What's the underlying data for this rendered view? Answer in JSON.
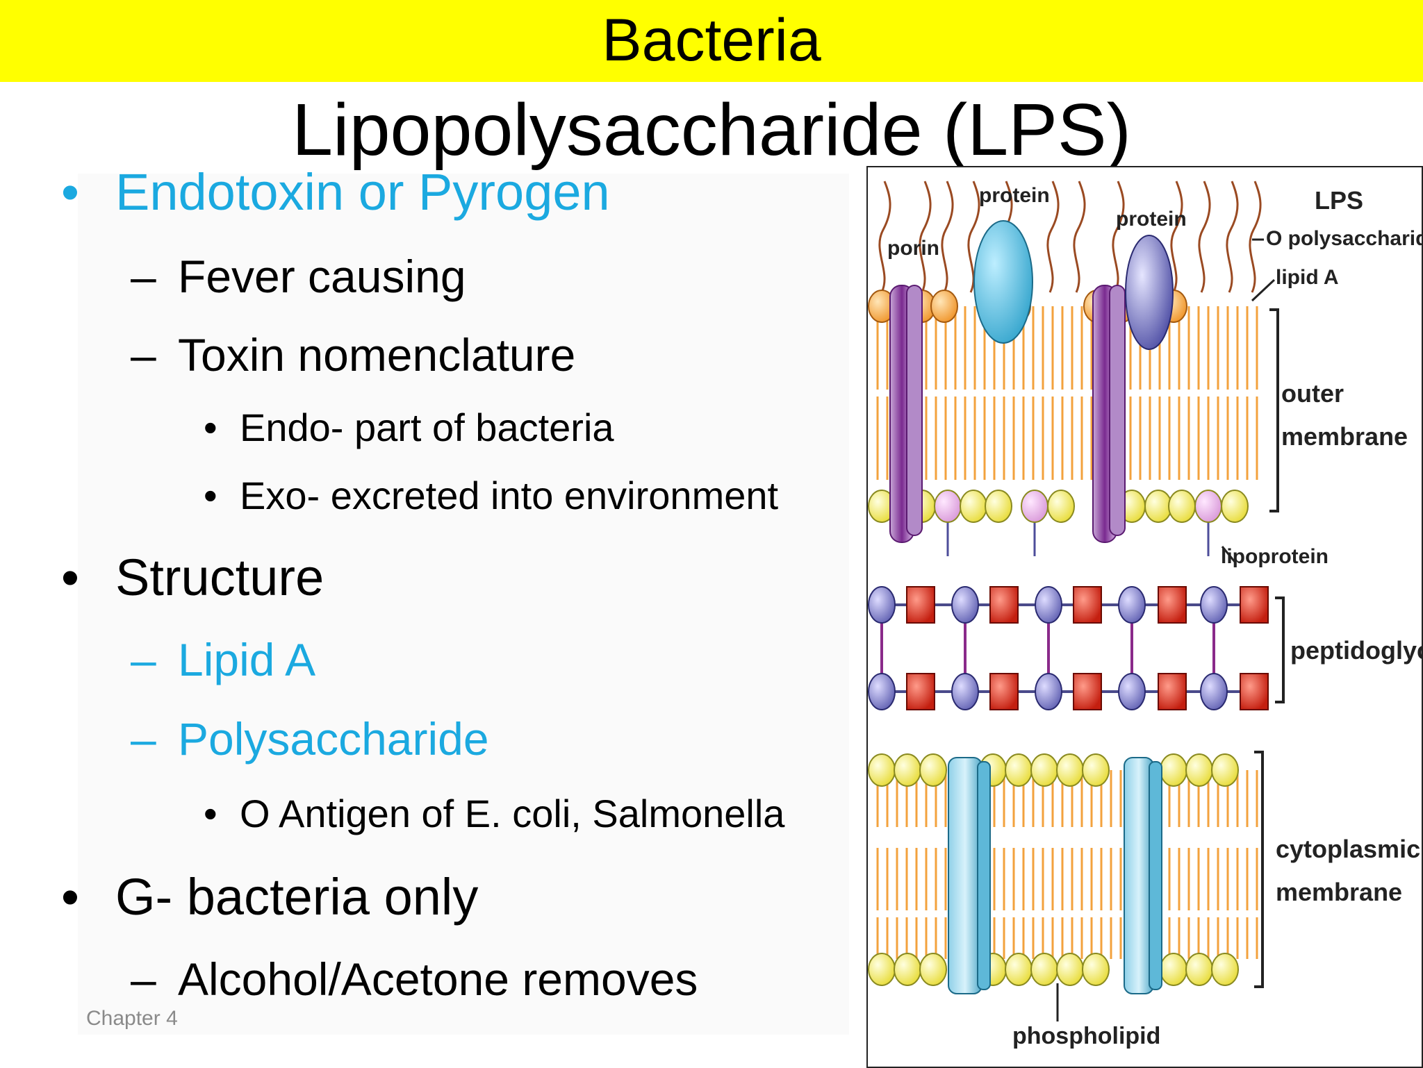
{
  "banner": {
    "text": "Bacteria",
    "color": "#ffff00"
  },
  "title": "Lipopolysaccharide (LPS)",
  "accent_color": "#1ba9e0",
  "bullets": [
    {
      "text": "Endotoxin or Pyrogen",
      "level": 1,
      "highlight": true
    },
    {
      "text": "Fever causing",
      "level": 2,
      "highlight": false
    },
    {
      "text": "Toxin nomenclature",
      "level": 2,
      "highlight": false
    },
    {
      "text": "Endo- part of bacteria",
      "level": 3,
      "highlight": false
    },
    {
      "text": "Exo- excreted into environment",
      "level": 3,
      "highlight": false
    },
    {
      "text": "Structure",
      "level": 1,
      "highlight": false
    },
    {
      "text": "Lipid A",
      "level": 2,
      "highlight": true
    },
    {
      "text": "Polysaccharide",
      "level": 2,
      "highlight": true
    },
    {
      "text": "O Antigen of E. coli, Salmonella",
      "level": 3,
      "highlight": false
    },
    {
      "text": "G- bacteria only",
      "level": 1,
      "highlight": false
    },
    {
      "text": "Alcohol/Acetone removes",
      "level": 2,
      "highlight": false
    }
  ],
  "footer": "Chapter 4",
  "diagram": {
    "labels": {
      "porin": "porin",
      "protein_1": "protein",
      "protein_2": "protein",
      "lps": "LPS",
      "o_polysaccharide": "O polysaccharide",
      "lipid_a": "lipid A",
      "outer_membrane_1": "outer",
      "outer_membrane_2": "membrane",
      "lipoprotein": "lipoprotein",
      "peptidoglycan": "peptidoglycan",
      "cytoplasmic_1": "cytoplasmic",
      "cytoplasmic_2": "membrane",
      "phospholipid": "phospholipid"
    }
  }
}
